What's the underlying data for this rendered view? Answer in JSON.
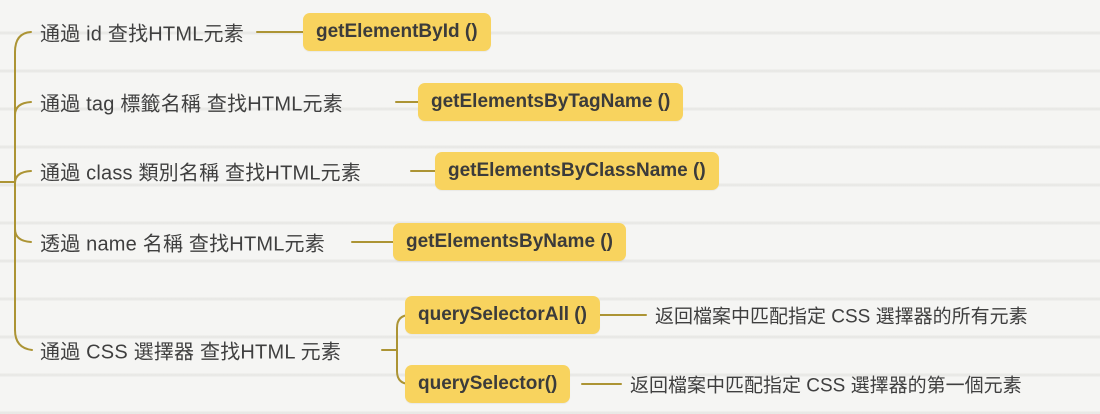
{
  "diagram": {
    "topic": "DOM element lookup methods mind map",
    "colors": {
      "background": "#f5f5f3",
      "connector_line": "#ac9434",
      "highlight_box": "#f8d35e",
      "text": "#3f3f3f"
    },
    "branches": [
      {
        "label": "通過 id 查找HTML元素",
        "method": "getElementById ()"
      },
      {
        "label": "通過 tag 標籤名稱 查找HTML元素",
        "method": "getElementsByTagName ()"
      },
      {
        "label": "通過 class 類別名稱 查找HTML元素",
        "method": "getElementsByClassName ()"
      },
      {
        "label": "透過 name 名稱 查找HTML元素",
        "method": "getElementsByName ()"
      },
      {
        "label": "通過 CSS 選擇器 查找HTML 元素",
        "children": [
          {
            "method": "querySelectorAll ()",
            "description": "返回檔案中匹配指定 CSS 選擇器的所有元素"
          },
          {
            "method": "querySelector()",
            "description": "返回檔案中匹配指定 CSS 選擇器的第一個元素"
          }
        ]
      }
    ]
  }
}
